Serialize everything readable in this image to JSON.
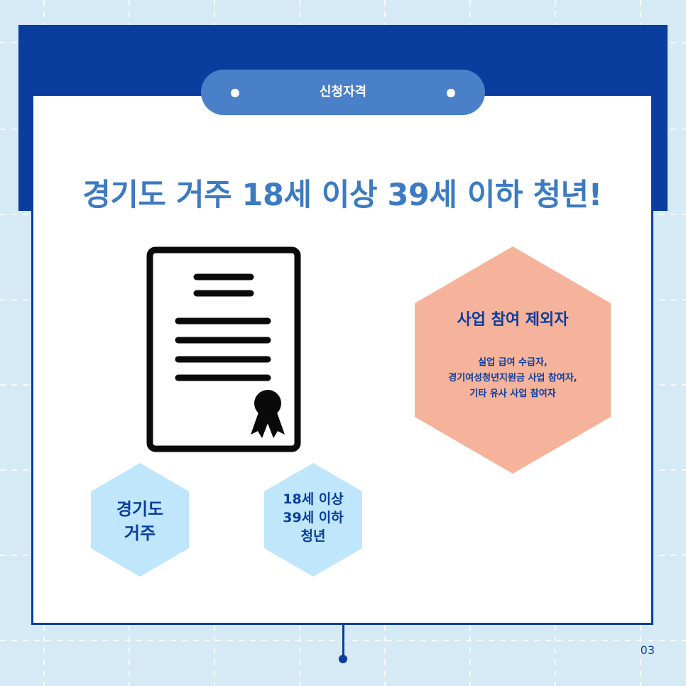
{
  "badge": {
    "label": "신청자격"
  },
  "headline": "경기도 거주 18세 이상 39세 이하 청년!",
  "exclusion": {
    "title": "사업 참여 제외자",
    "lines": [
      "실업 급여 수급자,",
      "경기여성청년지원금 사업 참여자,",
      "기타 유사 사업 참여자"
    ]
  },
  "criteria": [
    {
      "lines": [
        "경기도",
        "거주"
      ]
    },
    {
      "lines": [
        "18세 이상",
        "39세 이하",
        "청년"
      ]
    }
  ],
  "icons": {
    "document": "certificate-icon"
  },
  "colors": {
    "navy": "#0b3d9e",
    "accent_blue": "#4a80c8",
    "headline_blue": "#3c7ac2",
    "salmon": "#f5b39b",
    "light_hex": "#bfe6fa",
    "background": "#d6eaf6"
  },
  "page_number": "03"
}
